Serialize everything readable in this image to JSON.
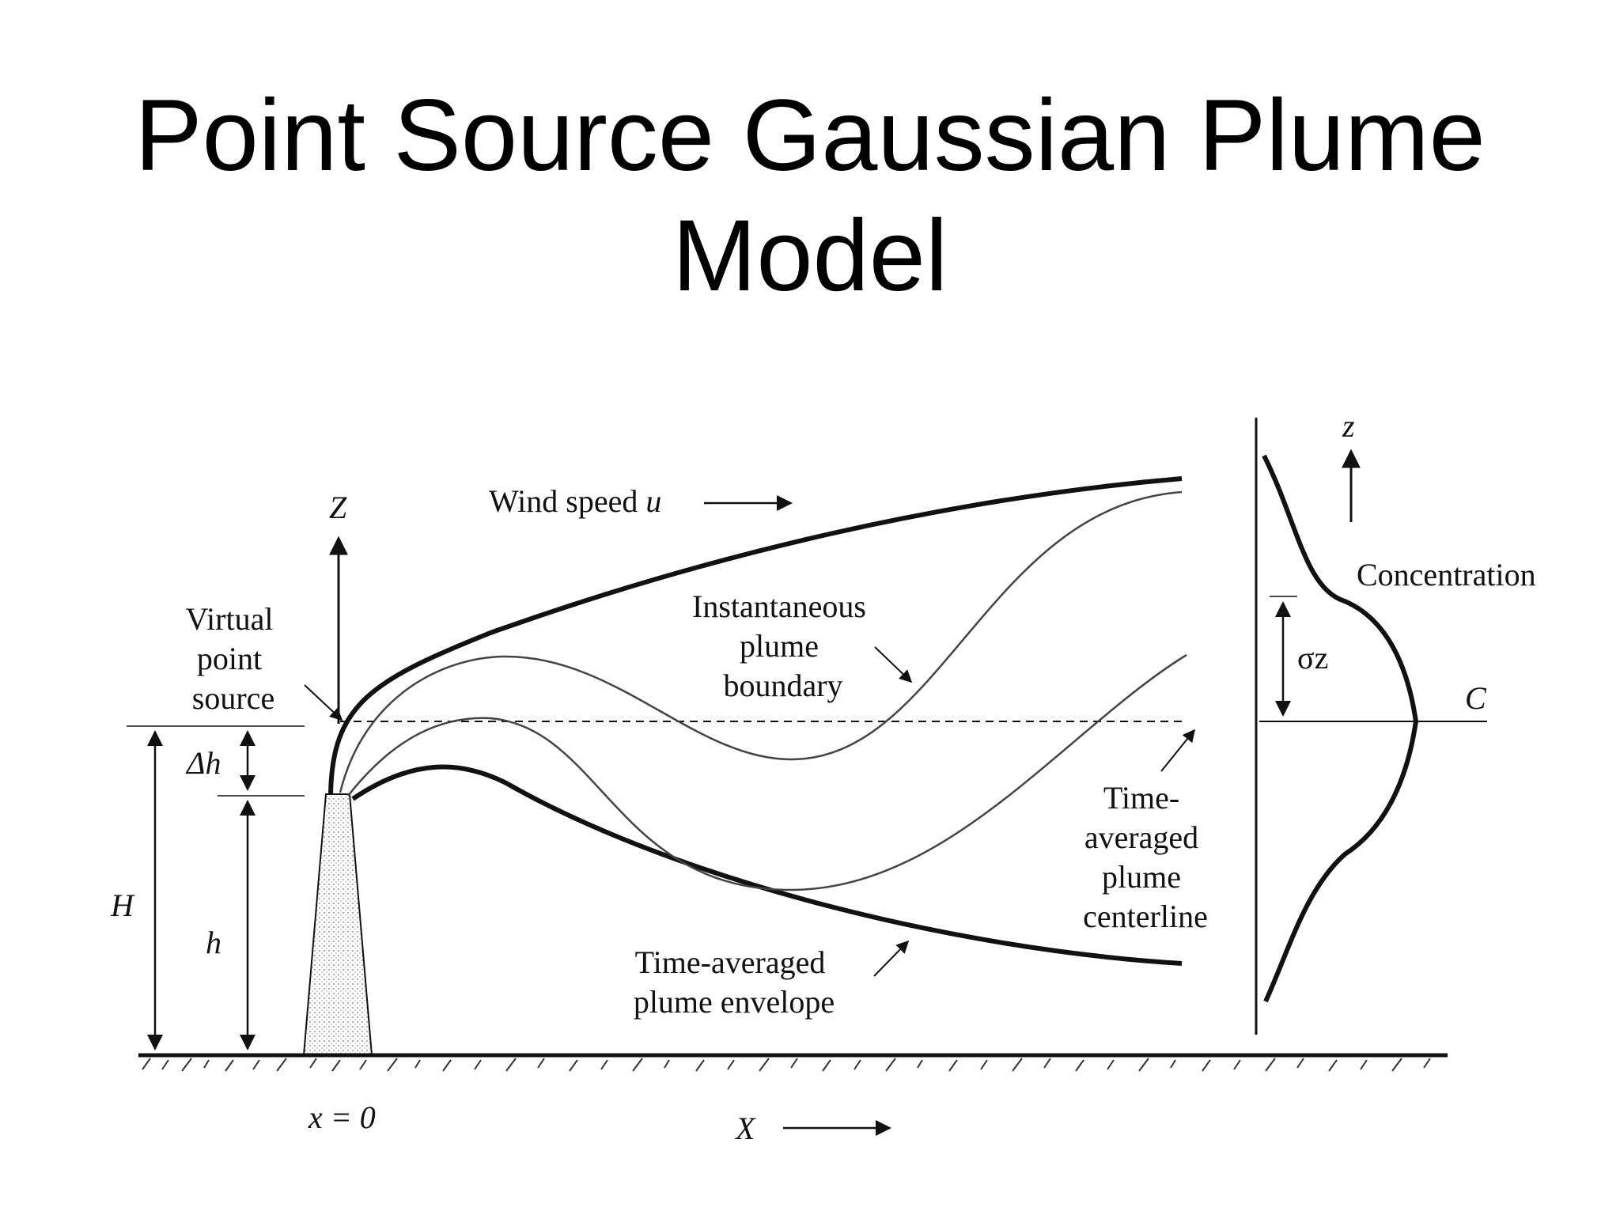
{
  "title": {
    "line1": "Point Source Gaussian Plume",
    "line2": "Model"
  },
  "labels": {
    "wind": "Wind speed",
    "wind_var": "u",
    "z_axis": "Z",
    "virtual": [
      "Virtual",
      "point",
      "source"
    ],
    "delta_h": "Δh",
    "H": "H",
    "h": "h",
    "instantaneous": [
      "Instantaneous",
      "plume",
      "boundary"
    ],
    "time_avg_envelope": [
      "Time-averaged",
      "plume envelope"
    ],
    "time_avg_centerline": [
      "Time-",
      "averaged",
      "plume",
      "centerline"
    ],
    "x_zero": "x = 0",
    "X": "X",
    "z_small": "z",
    "concentration": "Concentration",
    "sigma_z": "σz",
    "C": "C"
  }
}
